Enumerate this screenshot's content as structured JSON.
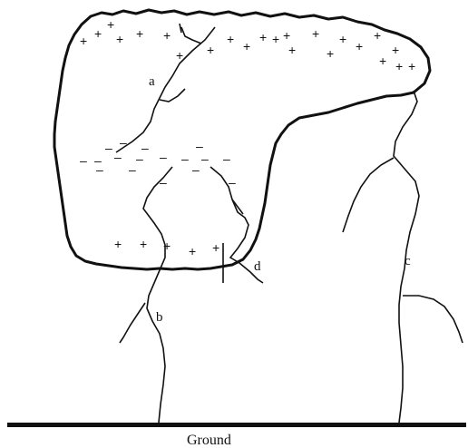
{
  "labels": {
    "a": "a",
    "b": "b",
    "c": "c",
    "d": "d",
    "ground": "Ground"
  },
  "charges": {
    "positive_symbol": "+",
    "negative_symbol": "–"
  },
  "colors": {
    "line": "#111111",
    "background": "#ffffff"
  }
}
